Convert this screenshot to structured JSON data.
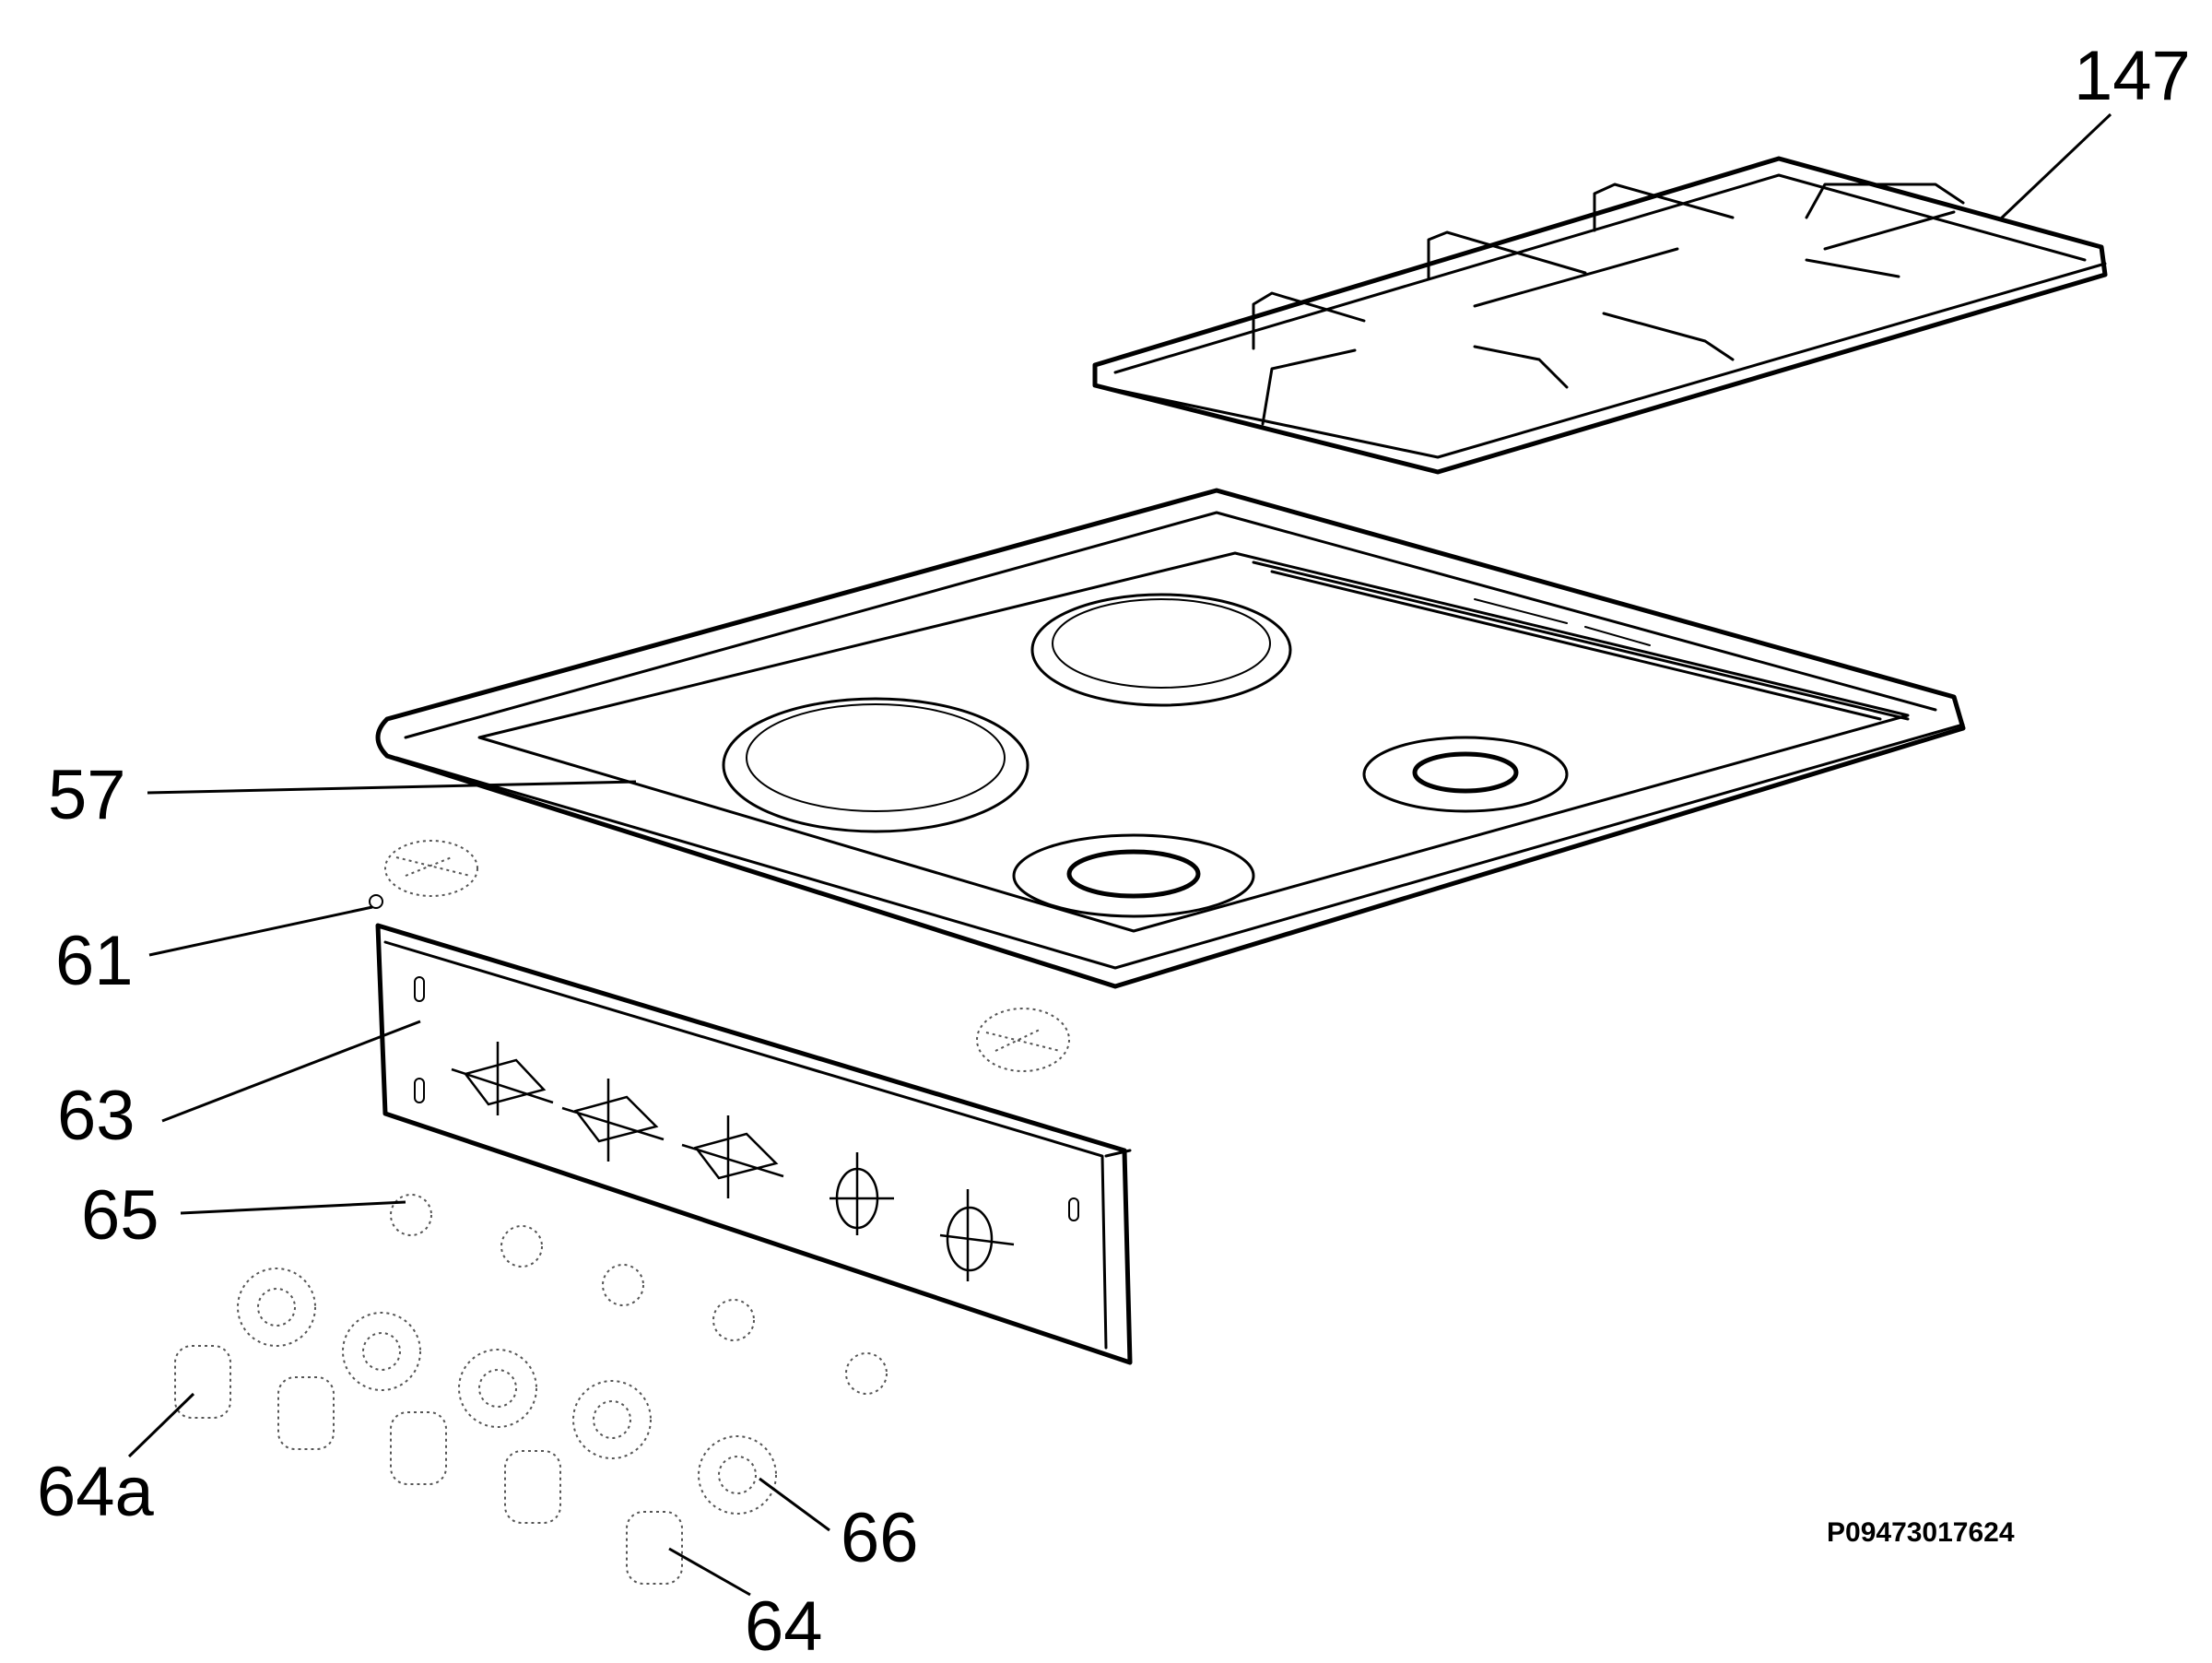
{
  "callouts": {
    "c147": "147",
    "c57": "57",
    "c61": "61",
    "c63": "63",
    "c65": "65",
    "c64a": "64a",
    "c66": "66",
    "c64": "64"
  },
  "document_code": "P09473017624"
}
